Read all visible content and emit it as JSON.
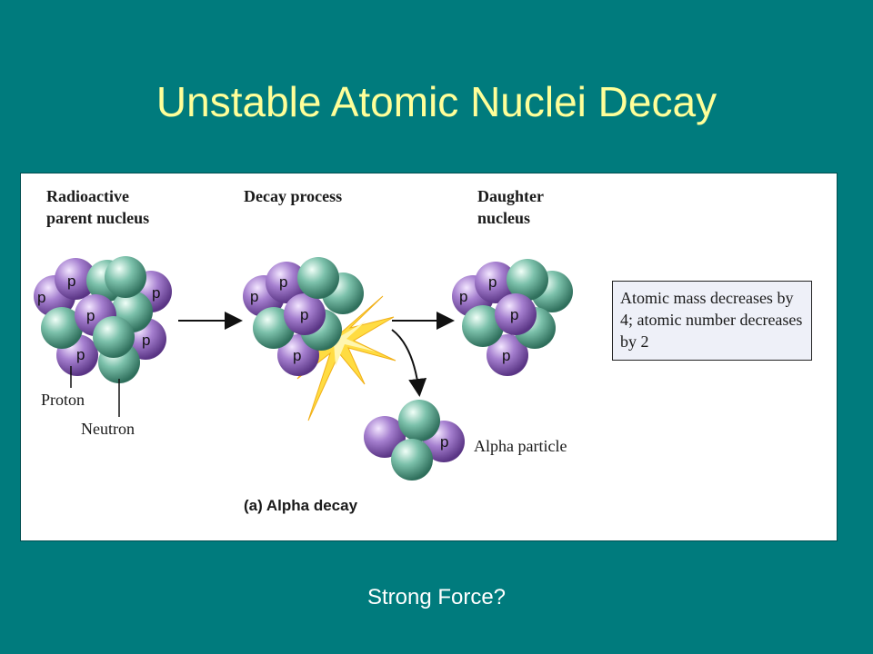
{
  "slide": {
    "title": "Unstable Atomic Nuclei Decay",
    "footer": "Strong Force?"
  },
  "diagram": {
    "stage_labels": {
      "parent": "Radioactive\nparent nucleus",
      "process": "Decay process",
      "daughter": "Daughter\nnucleus"
    },
    "particle_labels": {
      "proton": "Proton",
      "neutron": "Neutron",
      "alpha": "Alpha particle"
    },
    "proton_letter": "p",
    "info_box": "Atomic mass decreases by 4;  atomic number decreases by 2",
    "caption": "(a) Alpha decay",
    "colors": {
      "proton": "#9b6fc4",
      "neutron": "#6fb7a0",
      "burst": "#ffd92e",
      "background": "#007b7d",
      "title": "#ffff99"
    }
  }
}
